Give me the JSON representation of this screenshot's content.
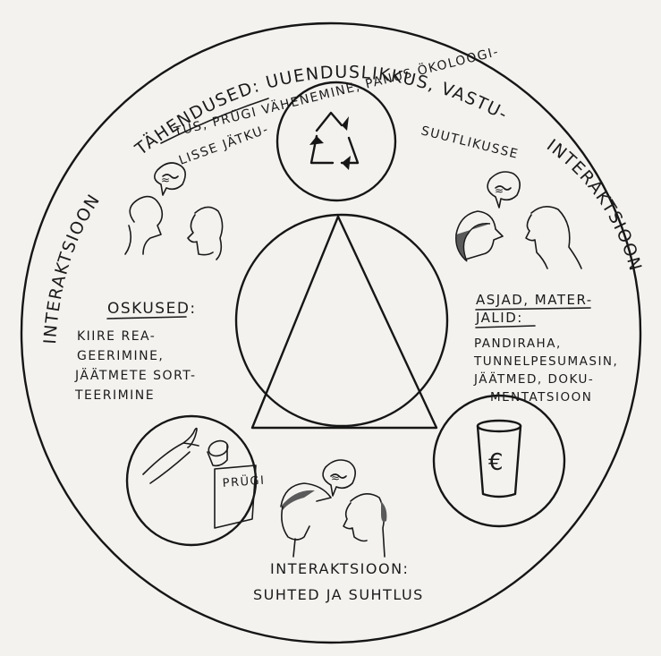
{
  "diagram": {
    "arc_top": "TÄHENDUSED: UUENDUSLIKKUS, VASTU-",
    "arc_left": "INTERAKTSIOON",
    "arc_right": "INTERAKTSIOON",
    "top_text_1": "TUS, PRÜGI VÄHENEMINE, PANUS ÖKOLOOGI-",
    "top_text_2": "LISSE JÄTKU-",
    "top_text_3": "SUUTLIKUSSE",
    "skills": {
      "title": "OSKUSED:",
      "lines": [
        "KIIRE REA-",
        "GEERIMINE,",
        "JÄÄTMETE SORT-",
        "TEERIMINE"
      ]
    },
    "materials": {
      "title_1": "ASJAD, MATER-",
      "title_2": "JALID:",
      "lines": [
        "PANDIRAHA,",
        "TUNNELPESUMASIN,",
        "JÄÄTMED, DOKU-",
        "MENTATSIOON"
      ]
    },
    "bottom": {
      "title": "INTERAKTSIOON:",
      "subtitle": "SUHTED JA SUHTLUS"
    },
    "trash_label": "PRÜGI",
    "cup_symbol": "€",
    "speech_symbol": "≈",
    "icons": [
      "recycle-icon",
      "cup-euro-icon",
      "hand-cup-icon",
      "people-talking-icon"
    ]
  }
}
